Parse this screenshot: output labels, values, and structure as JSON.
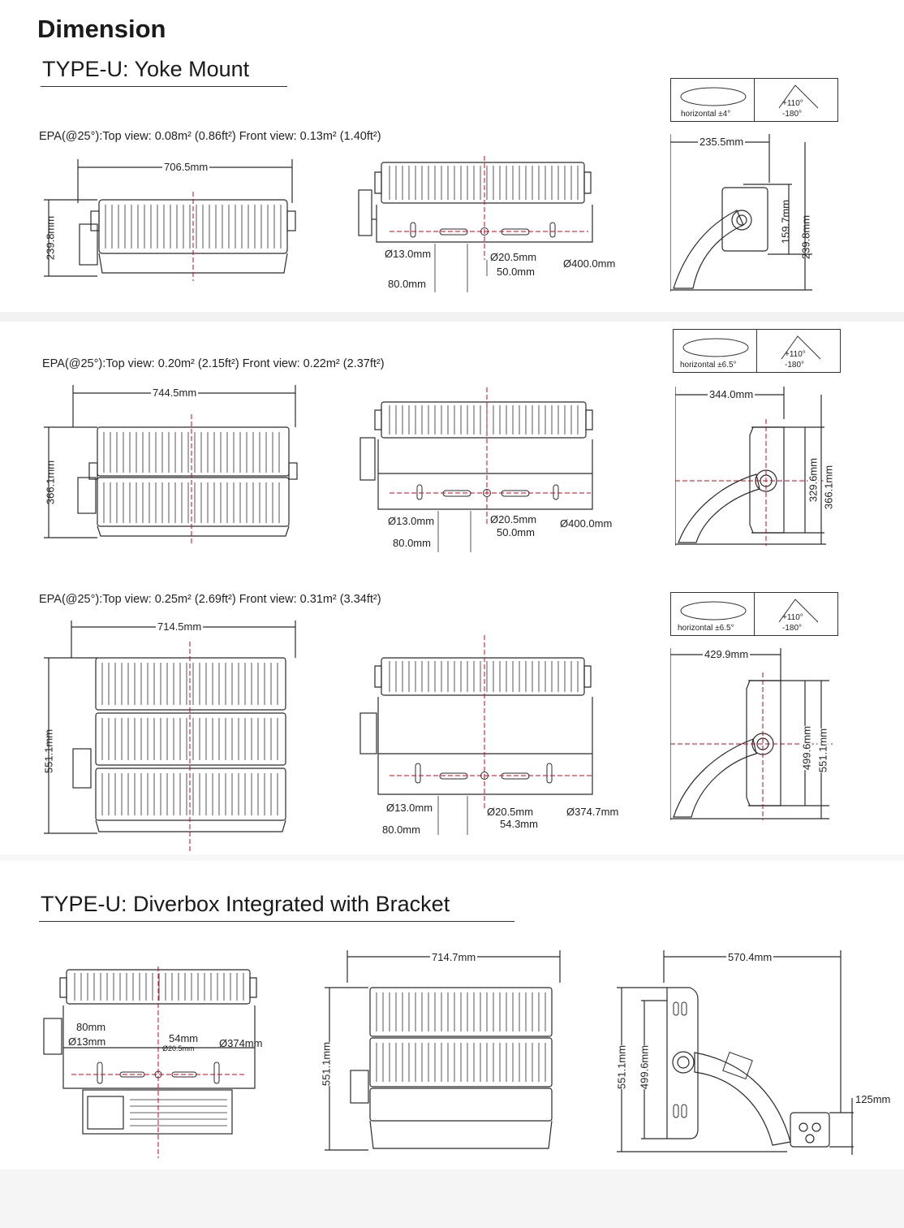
{
  "heading": "Dimension",
  "sections": {
    "yoke": "TYPE-U: Yoke Mount",
    "driverbox": "TYPE-U: Diverbox Integrated with Bracket"
  },
  "rows": [
    {
      "epa": "EPA(@25°):Top view: 0.08m² (0.86ft²)   Front view: 0.13m² (1.40ft²)",
      "width": "706.5mm",
      "height": "239.8mm",
      "hole": "Ø13.0mm",
      "center": "Ø20.5mm",
      "arc": "Ø400.0mm",
      "offset": "50.0mm",
      "spacing": "80.0mm",
      "side_width": "235.5mm",
      "side_inner": "159.7mm",
      "side_height": "239.8mm",
      "rot_h": "horizontal ±4°",
      "rot_up": "+110°",
      "rot_down": "-180°"
    },
    {
      "epa": "EPA(@25°):Top view: 0.20m² (2.15ft²)   Front view: 0.22m² (2.37ft²)",
      "width": "744.5mm",
      "height": "366.1mm",
      "hole": "Ø13.0mm",
      "center": "Ø20.5mm",
      "arc": "Ø400.0mm",
      "offset": "50.0mm",
      "spacing": "80.0mm",
      "side_width": "344.0mm",
      "side_inner": "329.6mm",
      "side_height": "366.1mm",
      "rot_h": "horizontal ±6.5°",
      "rot_up": "+110°",
      "rot_down": "-180°"
    },
    {
      "epa": "EPA(@25°):Top view: 0.25m² (2.69ft²)   Front view: 0.31m² (3.34ft²)",
      "width": "714.5mm",
      "height": "551.1mm",
      "hole": "Ø13.0mm",
      "center": "Ø20.5mm",
      "arc": "Ø374.7mm",
      "offset": "54.3mm",
      "spacing": "80.0mm",
      "side_width": "429.9mm",
      "side_inner": "499.6mm",
      "side_height": "551.1mm",
      "rot_h": "horizontal ±6.5°",
      "rot_up": "+110°",
      "rot_down": "-180°"
    }
  ],
  "driverbox": {
    "spacing": "80mm",
    "hole": "Ø13mm",
    "offset": "54mm",
    "center": "Ø20.5mm",
    "arc": "Ø374mm",
    "width": "714.7mm",
    "height": "551.1mm",
    "side_width": "570.4mm",
    "side_height": "551.1mm",
    "side_inner": "499.6mm",
    "box_height": "125mm"
  },
  "colors": {
    "centerline": "#d0021b",
    "line": "#2b2b2b",
    "band": "#f2f2f2"
  }
}
